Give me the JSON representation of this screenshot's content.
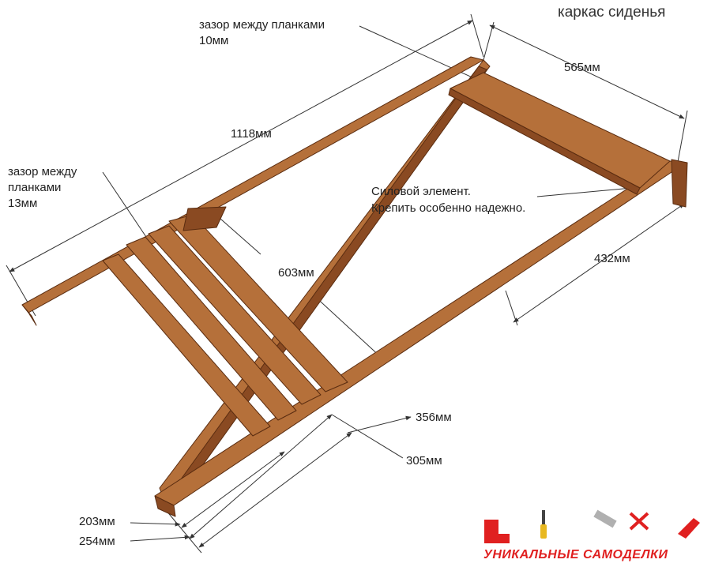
{
  "title": "каркас сиденья",
  "labels": {
    "gap_top_line1": "зазор между планками",
    "gap_top_line2": "10мм",
    "gap_left_line1": "зазор между",
    "gap_left_line2": "планками",
    "gap_left_line3": "13мм",
    "power_line1": "Силовой элемент.",
    "power_line2": "Крепить особенно надежно.",
    "dim_1118": "1118мм",
    "dim_565": "565мм",
    "dim_603": "603мм",
    "dim_432": "432мм",
    "dim_356": "356мм",
    "dim_305": "305мм",
    "dim_203": "203мм",
    "dim_254": "254мм"
  },
  "brand": {
    "text": "УНИКАЛЬНЫЕ САМОДЕЛКИ",
    "color": "#e02020",
    "icons": [
      "logo-icon",
      "screwdriver-icon",
      "ruler-icon",
      "pliers-icon",
      "wrench-icon"
    ]
  },
  "colors": {
    "wood_top": "#b5703a",
    "wood_side": "#8a4a22",
    "wood_dark": "#6e3816",
    "dimension_line": "#333333"
  }
}
